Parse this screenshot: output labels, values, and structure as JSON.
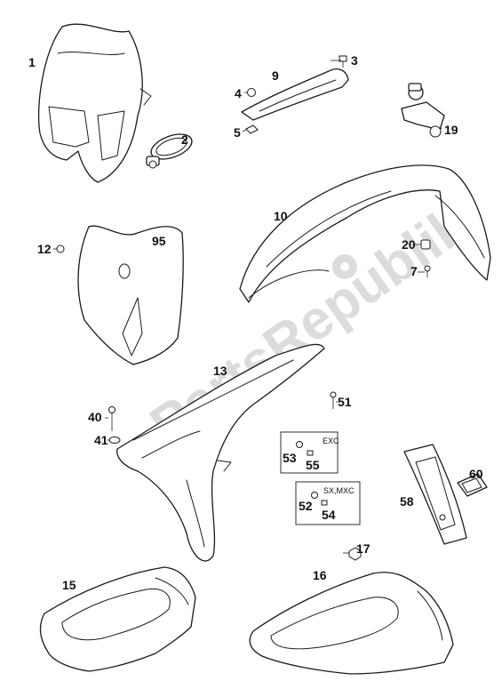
{
  "watermark": "PartsRepublik",
  "callouts": {
    "c1": "1",
    "c2": "2",
    "c3": "3",
    "c4": "4",
    "c5": "5",
    "c7": "7",
    "c9": "9",
    "c10": "10",
    "c12": "12",
    "c13": "13",
    "c15": "15",
    "c16": "16",
    "c17": "17",
    "c19": "19",
    "c20": "20",
    "c40": "40",
    "c41": "41",
    "c51": "51",
    "c52": "52",
    "c53": "53",
    "c54": "54",
    "c55": "55",
    "c58": "58",
    "c60": "60",
    "c95": "95"
  },
  "boxes": {
    "exc_label": "EXC",
    "sxmxc_label": "SX,MXC"
  }
}
